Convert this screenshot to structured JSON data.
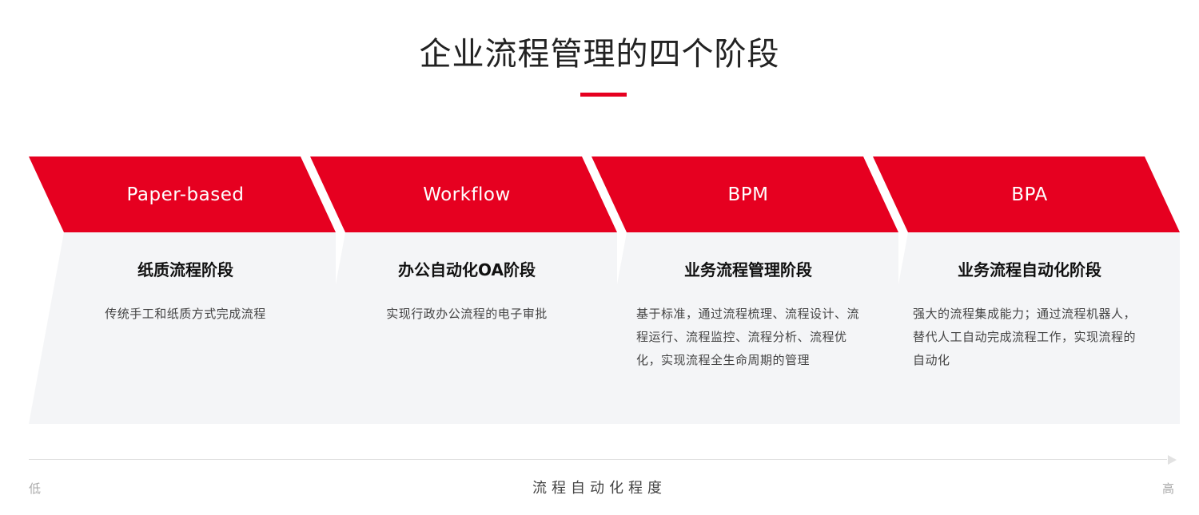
{
  "title": "企业流程管理的四个阶段",
  "colors": {
    "accent": "#e60020",
    "card_bg": "#f4f5f7"
  },
  "stages": [
    {
      "name": "Paper-based",
      "heading": "纸质流程阶段",
      "description": "传统手工和纸质方式完成流程"
    },
    {
      "name": "Workflow",
      "heading": "办公自动化OA阶段",
      "description": "实现行政办公流程的电子审批"
    },
    {
      "name": "BPM",
      "heading": "业务流程管理阶段",
      "description": "基于标准，通过流程梳理、流程设计、流程运行、流程监控、流程分析、流程优化，实现流程全生命周期的管理"
    },
    {
      "name": "BPA",
      "heading": "业务流程自动化阶段",
      "description": "强大的流程集成能力；通过流程机器人，替代人工自动完成流程工作，实现流程的自动化"
    }
  ],
  "axis": {
    "low": "低",
    "label": "流程自动化程度",
    "high": "高"
  }
}
